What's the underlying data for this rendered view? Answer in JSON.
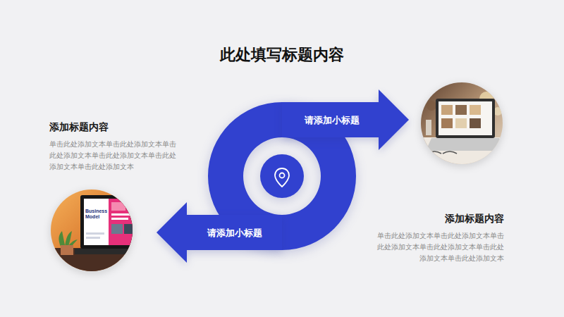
{
  "diagram": {
    "title": "此处填写标题内容",
    "nodes": [
      {
        "text": [
          "请添加小标题"
        ]
      },
      {
        "text": [
          "请添加小标题"
        ]
      }
    ],
    "labels": [
      "添加标题内容",
      "单击此处添加文本单击此处添加文本单击此处添加文本单击此处添加文本单击此处添加文本单击此处添加文本",
      "添加标题内容",
      "单击此处添加文本单击此处添加文本单击此处添加文本单击此处添加文本单击此处添加文本单击此处添加文本",
      "Business Model"
    ]
  }
}
